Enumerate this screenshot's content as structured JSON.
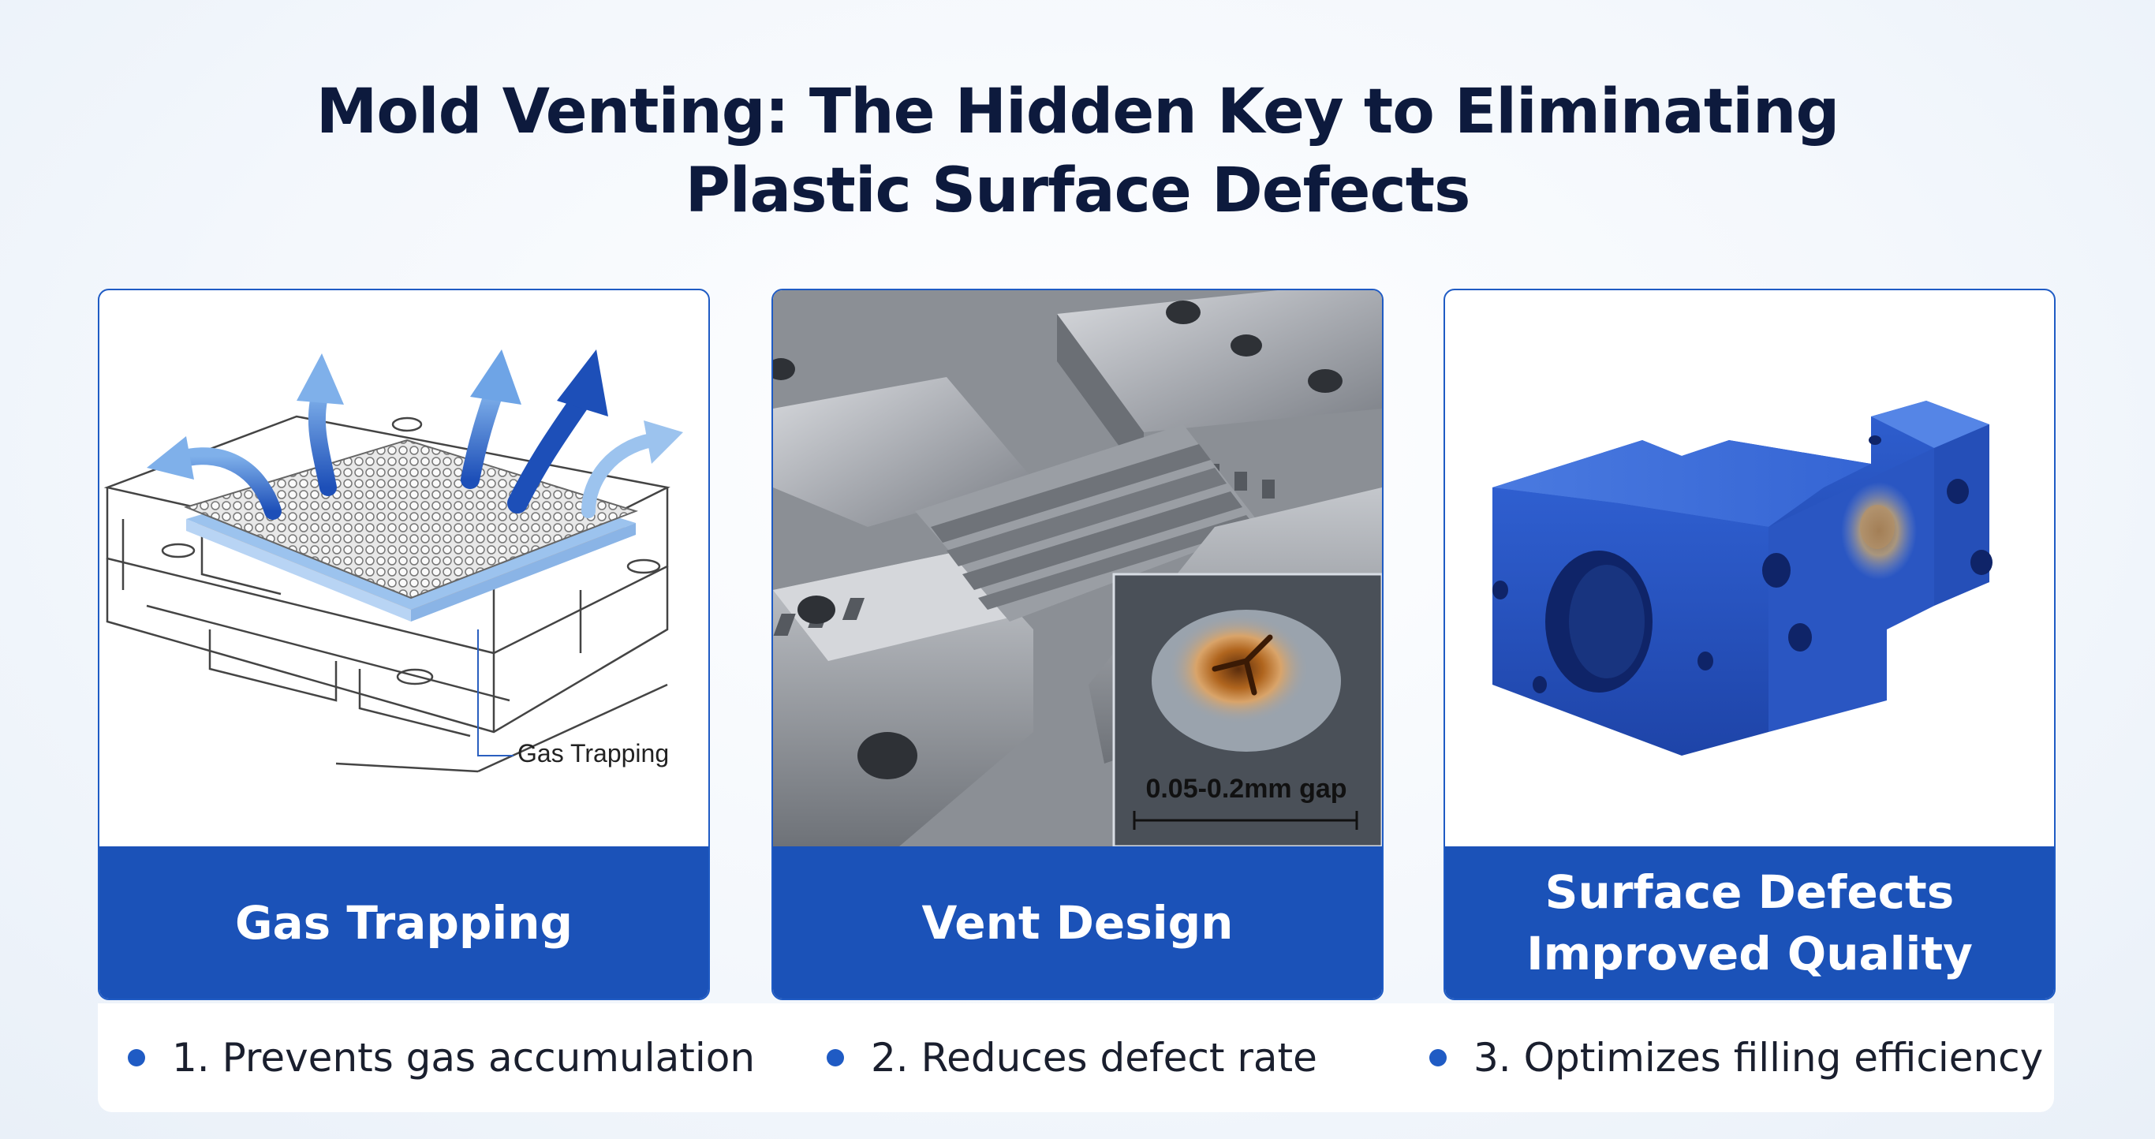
{
  "title": {
    "line1": "Mold Venting: The Hidden Key to Eliminating",
    "line2": "Plastic Surface Defects"
  },
  "cards": [
    {
      "label": "Gas Trapping",
      "annotation": "Gas Trapping",
      "illustration": "mold-cavity-gas-arrows"
    },
    {
      "label": "Vent Design",
      "annotation": "0.05-0.2mm gap",
      "illustration": "steel-mold-vent-slots"
    },
    {
      "label_line1": "Surface Defects",
      "label_line2": "Improved Quality",
      "illustration": "blue-plastic-part"
    }
  ],
  "bullets": [
    "1. Prevents gas accumulation",
    "2. Reduces defect rate",
    "3. Optimizes filling efficiency"
  ],
  "colors": {
    "accent": "#1b52b8",
    "title": "#0d1a3d",
    "part_blue": "#2f5fd0",
    "burn_mark": "#b0651e"
  }
}
